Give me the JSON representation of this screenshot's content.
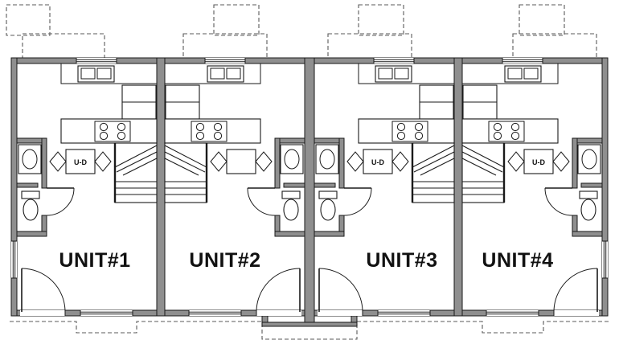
{
  "drawing": {
    "background_color": "#ffffff",
    "wall_fill_color": "#8f8f8f",
    "line_color": "#1a1a1a",
    "dashed_outline_color": "#5a5a5a"
  },
  "plan": {
    "units": [
      {
        "label": "UNIT#1",
        "washer_dryer_label": "U-D"
      },
      {
        "label": "UNIT#2"
      },
      {
        "label": "UNIT#3",
        "washer_dryer_label": "U-D"
      },
      {
        "label": "UNIT#4",
        "washer_dryer_label": "U-D"
      }
    ]
  }
}
